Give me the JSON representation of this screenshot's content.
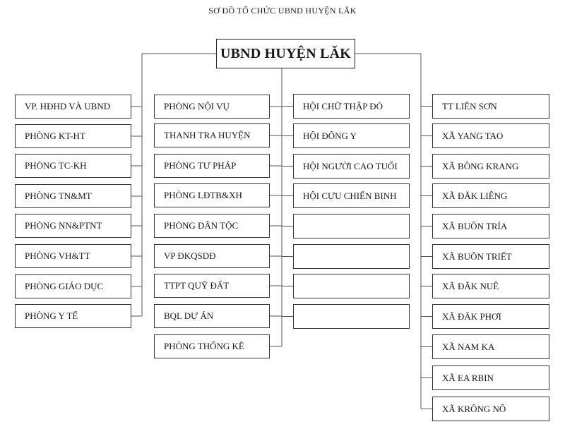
{
  "title": "SƠ ĐỒ TỔ CHỨC UBND HUYỆN LẮK",
  "root": "UBND HUYỆN LĂK",
  "columns": [
    [
      "VP. HĐHD VÀ UBND",
      "PHÒNG KT-HT",
      "PHÒNG TC-KH",
      "PHÒNG TN&MT",
      "PHÒNG NN&PTNT",
      "PHÒNG VH&TT",
      "PHÒNG GIÁO DỤC",
      "PHÒNG Y TẾ"
    ],
    [
      "PHÒNG NỘI VỤ",
      "THANH TRA HUYỆN",
      "PHÒNG TƯ PHÁP",
      "PHÒNG LĐTB&XH",
      "PHÒNG DÂN TỘC",
      "VP ĐKQSDĐ",
      "TTPT QUỸ ĐẤT",
      "BQL DỰ ÁN",
      "PHÒNG THỐNG KÊ"
    ],
    [
      "HỘI CHỮ THẬP ĐỎ",
      "HỘI ĐÔNG Y",
      "HỘI NGƯỜI CAO TUỔI",
      "HỘI CỰU CHIẾN BINH",
      "",
      "",
      "",
      ""
    ],
    [
      "TT LIÊN SƠN",
      "XÃ YANG TAO",
      "XÃ BÔNG KRANG",
      "XÃ ĐĂK LIÊNG",
      "XÃ BUÔN TRÍA",
      "XÃ BUÔN TRIẾT",
      "XÃ ĐĂK NUÊ",
      "XÃ ĐĂK PHƠI",
      "XÃ NAM KA",
      "XÃ EA RBIN",
      "XÃ KRÔNG NÔ"
    ]
  ]
}
